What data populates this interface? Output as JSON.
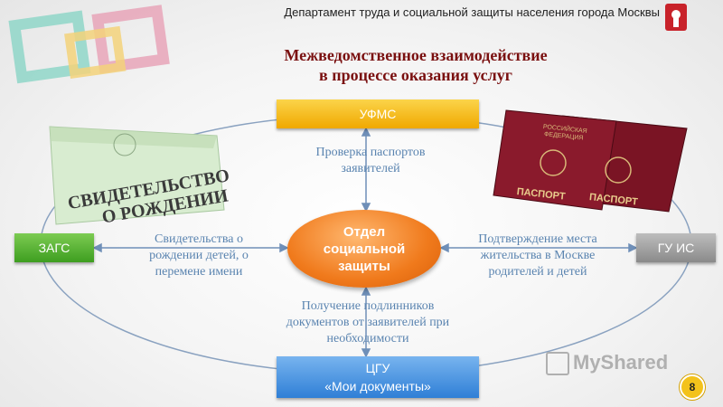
{
  "header": {
    "department": "Департамент труда и социальной защиты населения города Москвы"
  },
  "title": {
    "line1": "Межведомственное взаимодействие",
    "line2": "в процессе оказания услуг"
  },
  "nodes": {
    "ufms": "УФМС",
    "zags": "ЗАГС",
    "guis": "ГУ ИС",
    "cgu_line1": "ЦГУ",
    "cgu_line2": "«Мои документы»",
    "center_line1": "Отдел",
    "center_line2": "социальной",
    "center_line3": "защиты"
  },
  "edges": {
    "top": "Проверка паспортов заявителей",
    "left": "Свидетельства о рождении детей, о перемене имени",
    "right": "Подтверждение места жительства в Москве родителей и детей",
    "bottom": "Получение подлинников документов от заявителей при необходимости"
  },
  "images": {
    "birth_certificate": "СВИДЕТЕЛЬСТВО О РОЖДЕНИИ",
    "passport_front": "ПАСПОРТ",
    "passport_back": "ПАСПОРТ",
    "passport_header": "РОССИЙСКАЯ ФЕДЕРАЦИЯ"
  },
  "watermark": "MyShared",
  "slide_number": "8",
  "colors": {
    "title": "#7a1010",
    "ufms": "#f0a800",
    "zags": "#3e9e20",
    "guis": "#8a8a8a",
    "cgu": "#2f7fd6",
    "center": "#f07a1c",
    "edge_label": "#5a84b0"
  }
}
